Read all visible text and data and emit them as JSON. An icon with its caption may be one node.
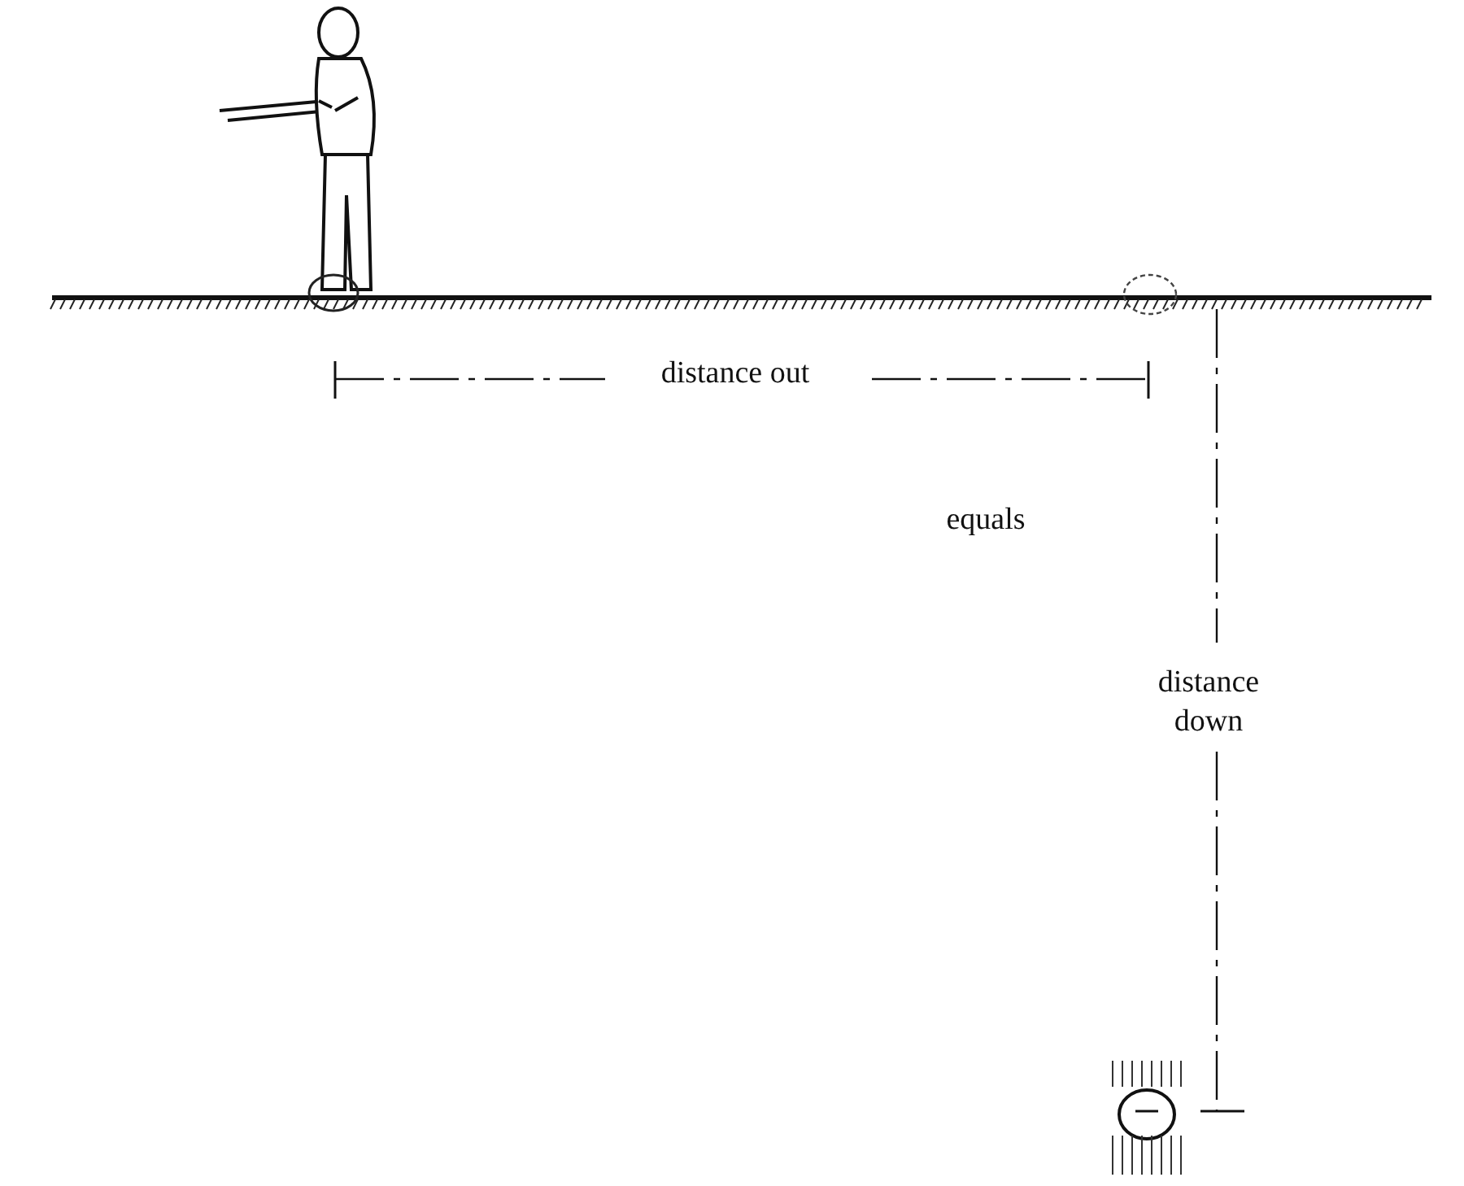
{
  "diagram": {
    "labels": [
      "distance out",
      "equals",
      "distance down"
    ]
  }
}
